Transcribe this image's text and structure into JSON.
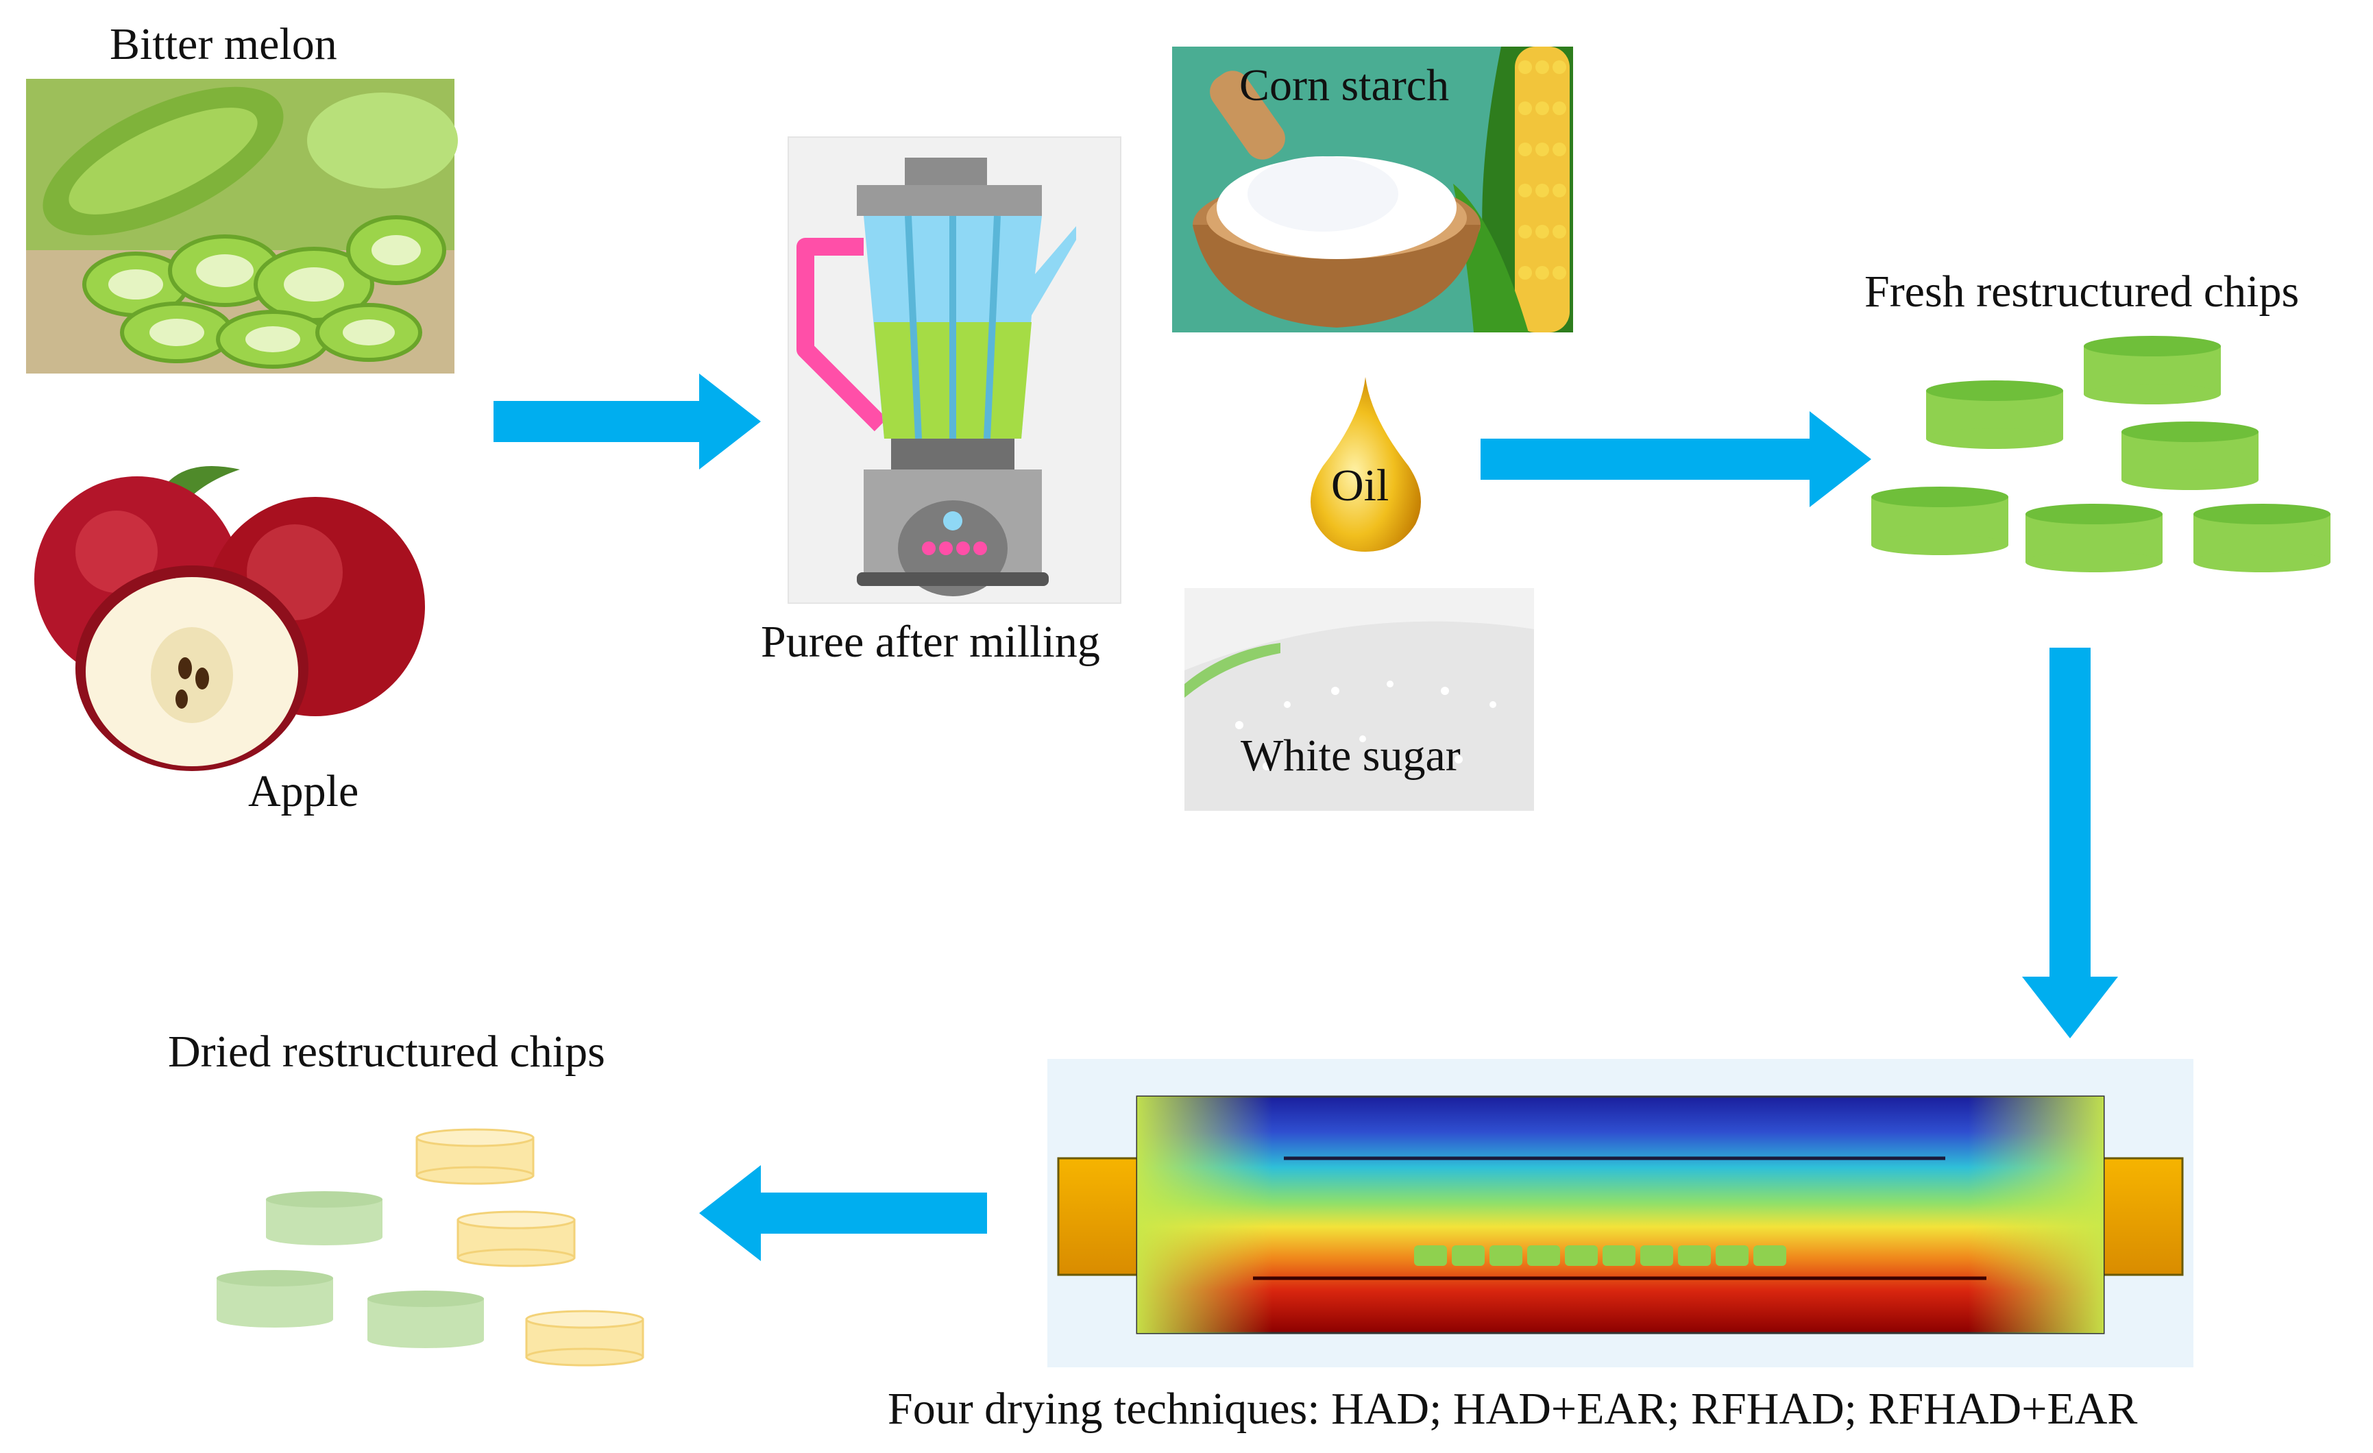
{
  "labels": {
    "bitter_melon": "Bitter melon",
    "apple": "Apple",
    "puree": "Puree after milling",
    "corn_starch": "Corn starch",
    "oil": "Oil",
    "white_sugar": "White sugar",
    "fresh_chips": "Fresh restructured chips",
    "dried_chips": "Dried restructured chips",
    "drying_techniques": "Four drying techniques: HAD; HAD+EAR; RFHAD; RFHAD+EAR"
  },
  "colors": {
    "arrow": "#00aeef",
    "chip_green": "#8fd14f",
    "chip_green_dark": "#6fbf3a",
    "dried_green": "#c6e3b2",
    "dried_yellow": "#fbe7a6",
    "blender_pink": "#ff4fa8",
    "blender_glass": "#8fd8f5",
    "oil_gold": "#e2a90c"
  },
  "icons": {
    "bitter_melon": "bitter-melon-photo",
    "apple": "apple-photo",
    "blender": "blender-icon",
    "corn_starch": "corn-starch-photo",
    "oil": "oil-drop-icon",
    "sugar": "sugar-photo",
    "dryer": "dryer-temperature-field"
  }
}
